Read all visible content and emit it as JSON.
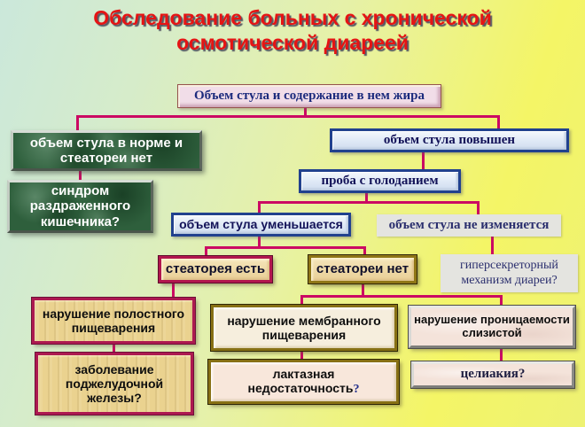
{
  "slide": {
    "title_line1": "Обследование больных с хронической",
    "title_line2": "осмотической диареей"
  },
  "nodes": {
    "root": "Объем стула и содержание в нем жира",
    "normal_volume": "объем стула в норме и стеатореи нет",
    "ibs": "синдром раздраженного кишечника?",
    "increased_volume": "объем стула повышен",
    "fasting_test": "проба с голоданием",
    "volume_decreases": "объем стула уменьшается",
    "volume_unchanged": "объем стула не изменяется",
    "steatorrhea_present": "стеаторея есть",
    "steatorrhea_absent": "стеатореи нет",
    "hypersecretory": "гиперсекреторный механизм диареи?",
    "cavitary_digestion": "нарушение полостного пищеварения",
    "membrane_digestion": "нарушение мембранного пищеварения",
    "mucosa_permeability": "нарушение проницаемости слизистой",
    "pancreas_disease": "заболевание поджелудочной железы?",
    "lactase_text": "лактазная недостаточность",
    "lactase_suffix": "?",
    "celiac": "целиакия?"
  },
  "colors": {
    "title_red": "#e51414",
    "connector_crimson": "#cb0a63",
    "green_box": "#2e5f3c",
    "blue_border": "#21418e",
    "crimson_border": "#b2164e",
    "olive_border": "#8f7616",
    "wheat_bg": "#f0ddab",
    "parchment_bg": "#ead28f",
    "cream_bg": "#f6eedd",
    "pink_bg": "#f4e3da",
    "gray_bg": "#e4e4e0",
    "background_left": "#cbe8db",
    "background_right": "#f4f566"
  }
}
